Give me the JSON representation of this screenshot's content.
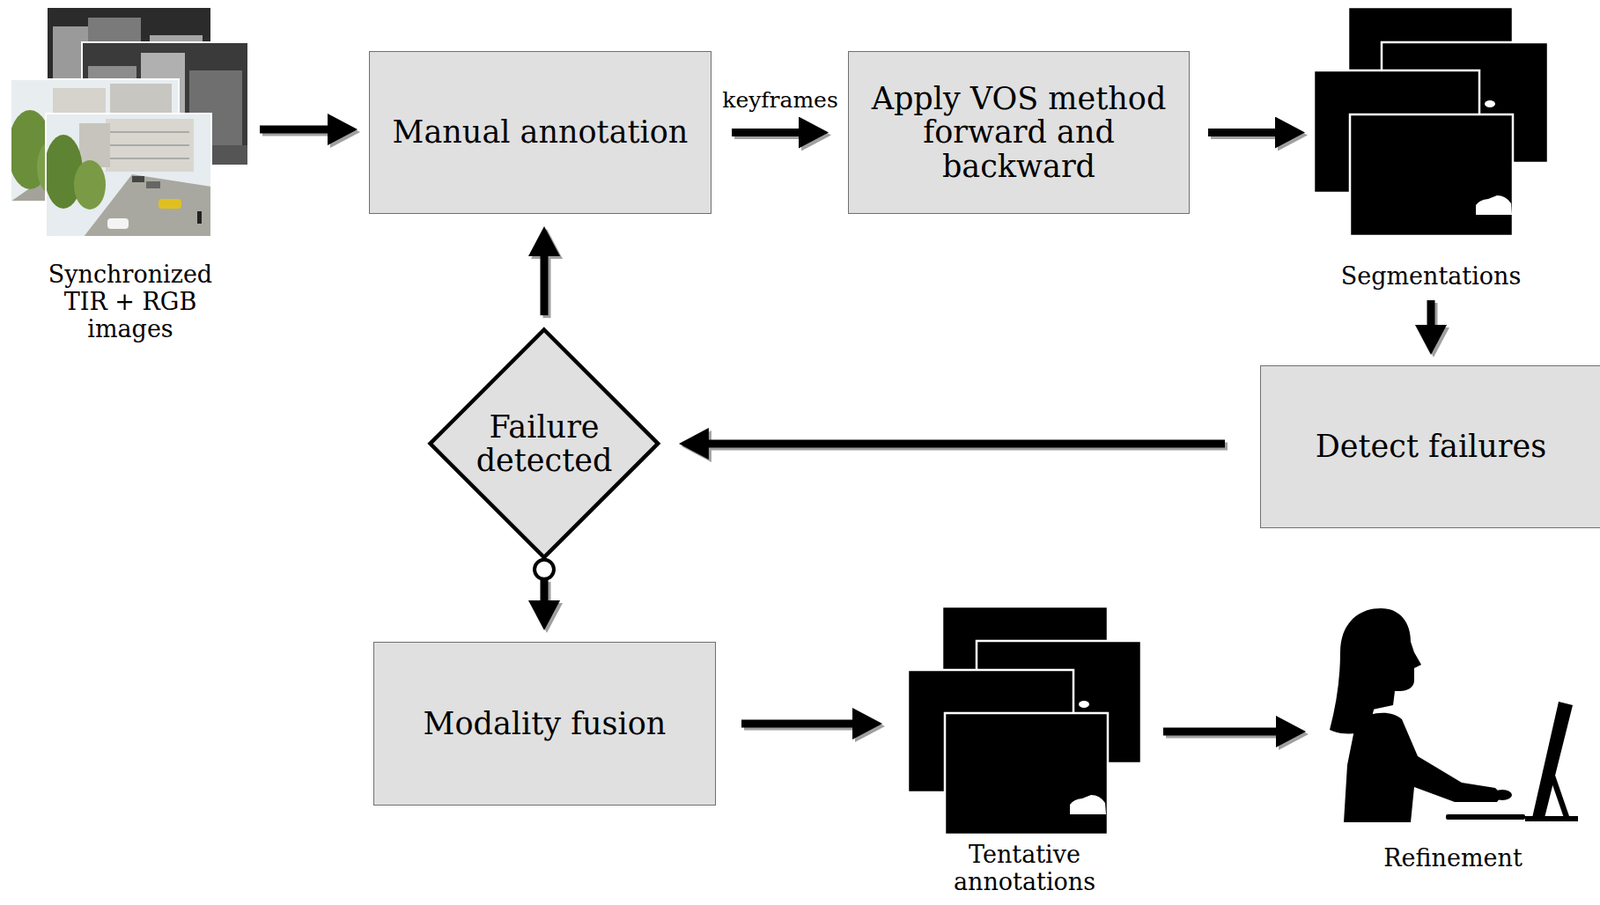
{
  "diagram": {
    "nodes": [
      {
        "text": [
          "Synchronized TIR + RGB images"
        ]
      },
      {
        "text": [
          "Manual annotation"
        ]
      },
      {
        "text": [
          "Apply VOS method forward and backward"
        ]
      },
      {
        "text": [
          "Segmentations"
        ]
      },
      {
        "text": [
          "Failure detected"
        ]
      },
      {
        "text": [
          "Detect failures"
        ]
      },
      {
        "text": [
          "Modality fusion"
        ]
      },
      {
        "text": [
          "Tentative annotations"
        ]
      },
      {
        "text": [
          "Refinement"
        ]
      }
    ],
    "edges": [
      {
        "from": 0,
        "to": 1,
        "arrow": "to"
      },
      {
        "from": 1,
        "to": 2,
        "label": "keyframes",
        "arrow": "to"
      },
      {
        "from": 2,
        "to": 3,
        "arrow": "to"
      },
      {
        "from": 3,
        "to": 5,
        "arrow": "to"
      },
      {
        "from": 5,
        "to": 4,
        "arrow": "to"
      },
      {
        "from": 4,
        "to": 1,
        "arrow": "to"
      },
      {
        "from": 4,
        "to": 6,
        "arrow": "to"
      },
      {
        "from": 6,
        "to": 7,
        "arrow": "to"
      },
      {
        "from": 7,
        "to": 8,
        "arrow": "to"
      }
    ]
  }
}
